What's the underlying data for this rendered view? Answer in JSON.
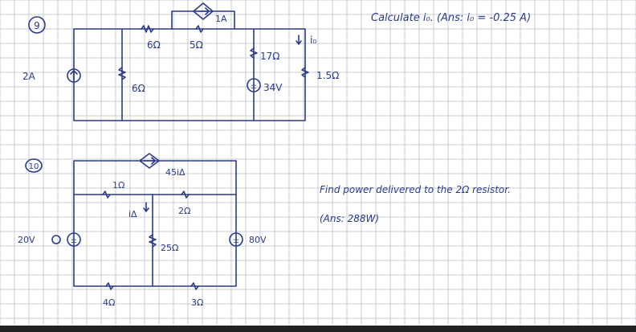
{
  "problem9": {
    "number": "9",
    "statement": "Calculate i₀. (Ans: i₀ = -0.25 A)",
    "source_current": "2A",
    "resistor_left": "6Ω",
    "resistor_top1": "6Ω",
    "resistor_top2": "5Ω",
    "resistor_mid": "17Ω",
    "resistor_right": "1.5Ω",
    "dependent_source": "1A",
    "voltage_source": "34V",
    "current_label": "i₀"
  },
  "problem10": {
    "number": "10",
    "statement": "Find power delivered to the 2Ω resistor.",
    "answer": "(Ans: 288W)",
    "dependent_source": "45iΔ",
    "resistor_top": "1Ω",
    "resistor_center": "2Ω",
    "resistor_middle": "25Ω",
    "resistor_bottom_left": "4Ω",
    "resistor_bottom_right": "3Ω",
    "source_left": "20V",
    "source_right": "80V",
    "current_label": "iΔ"
  },
  "colors": {
    "ink": "#2a3a8c",
    "grid": "#c9ccd3",
    "paper": "#ffffff"
  }
}
